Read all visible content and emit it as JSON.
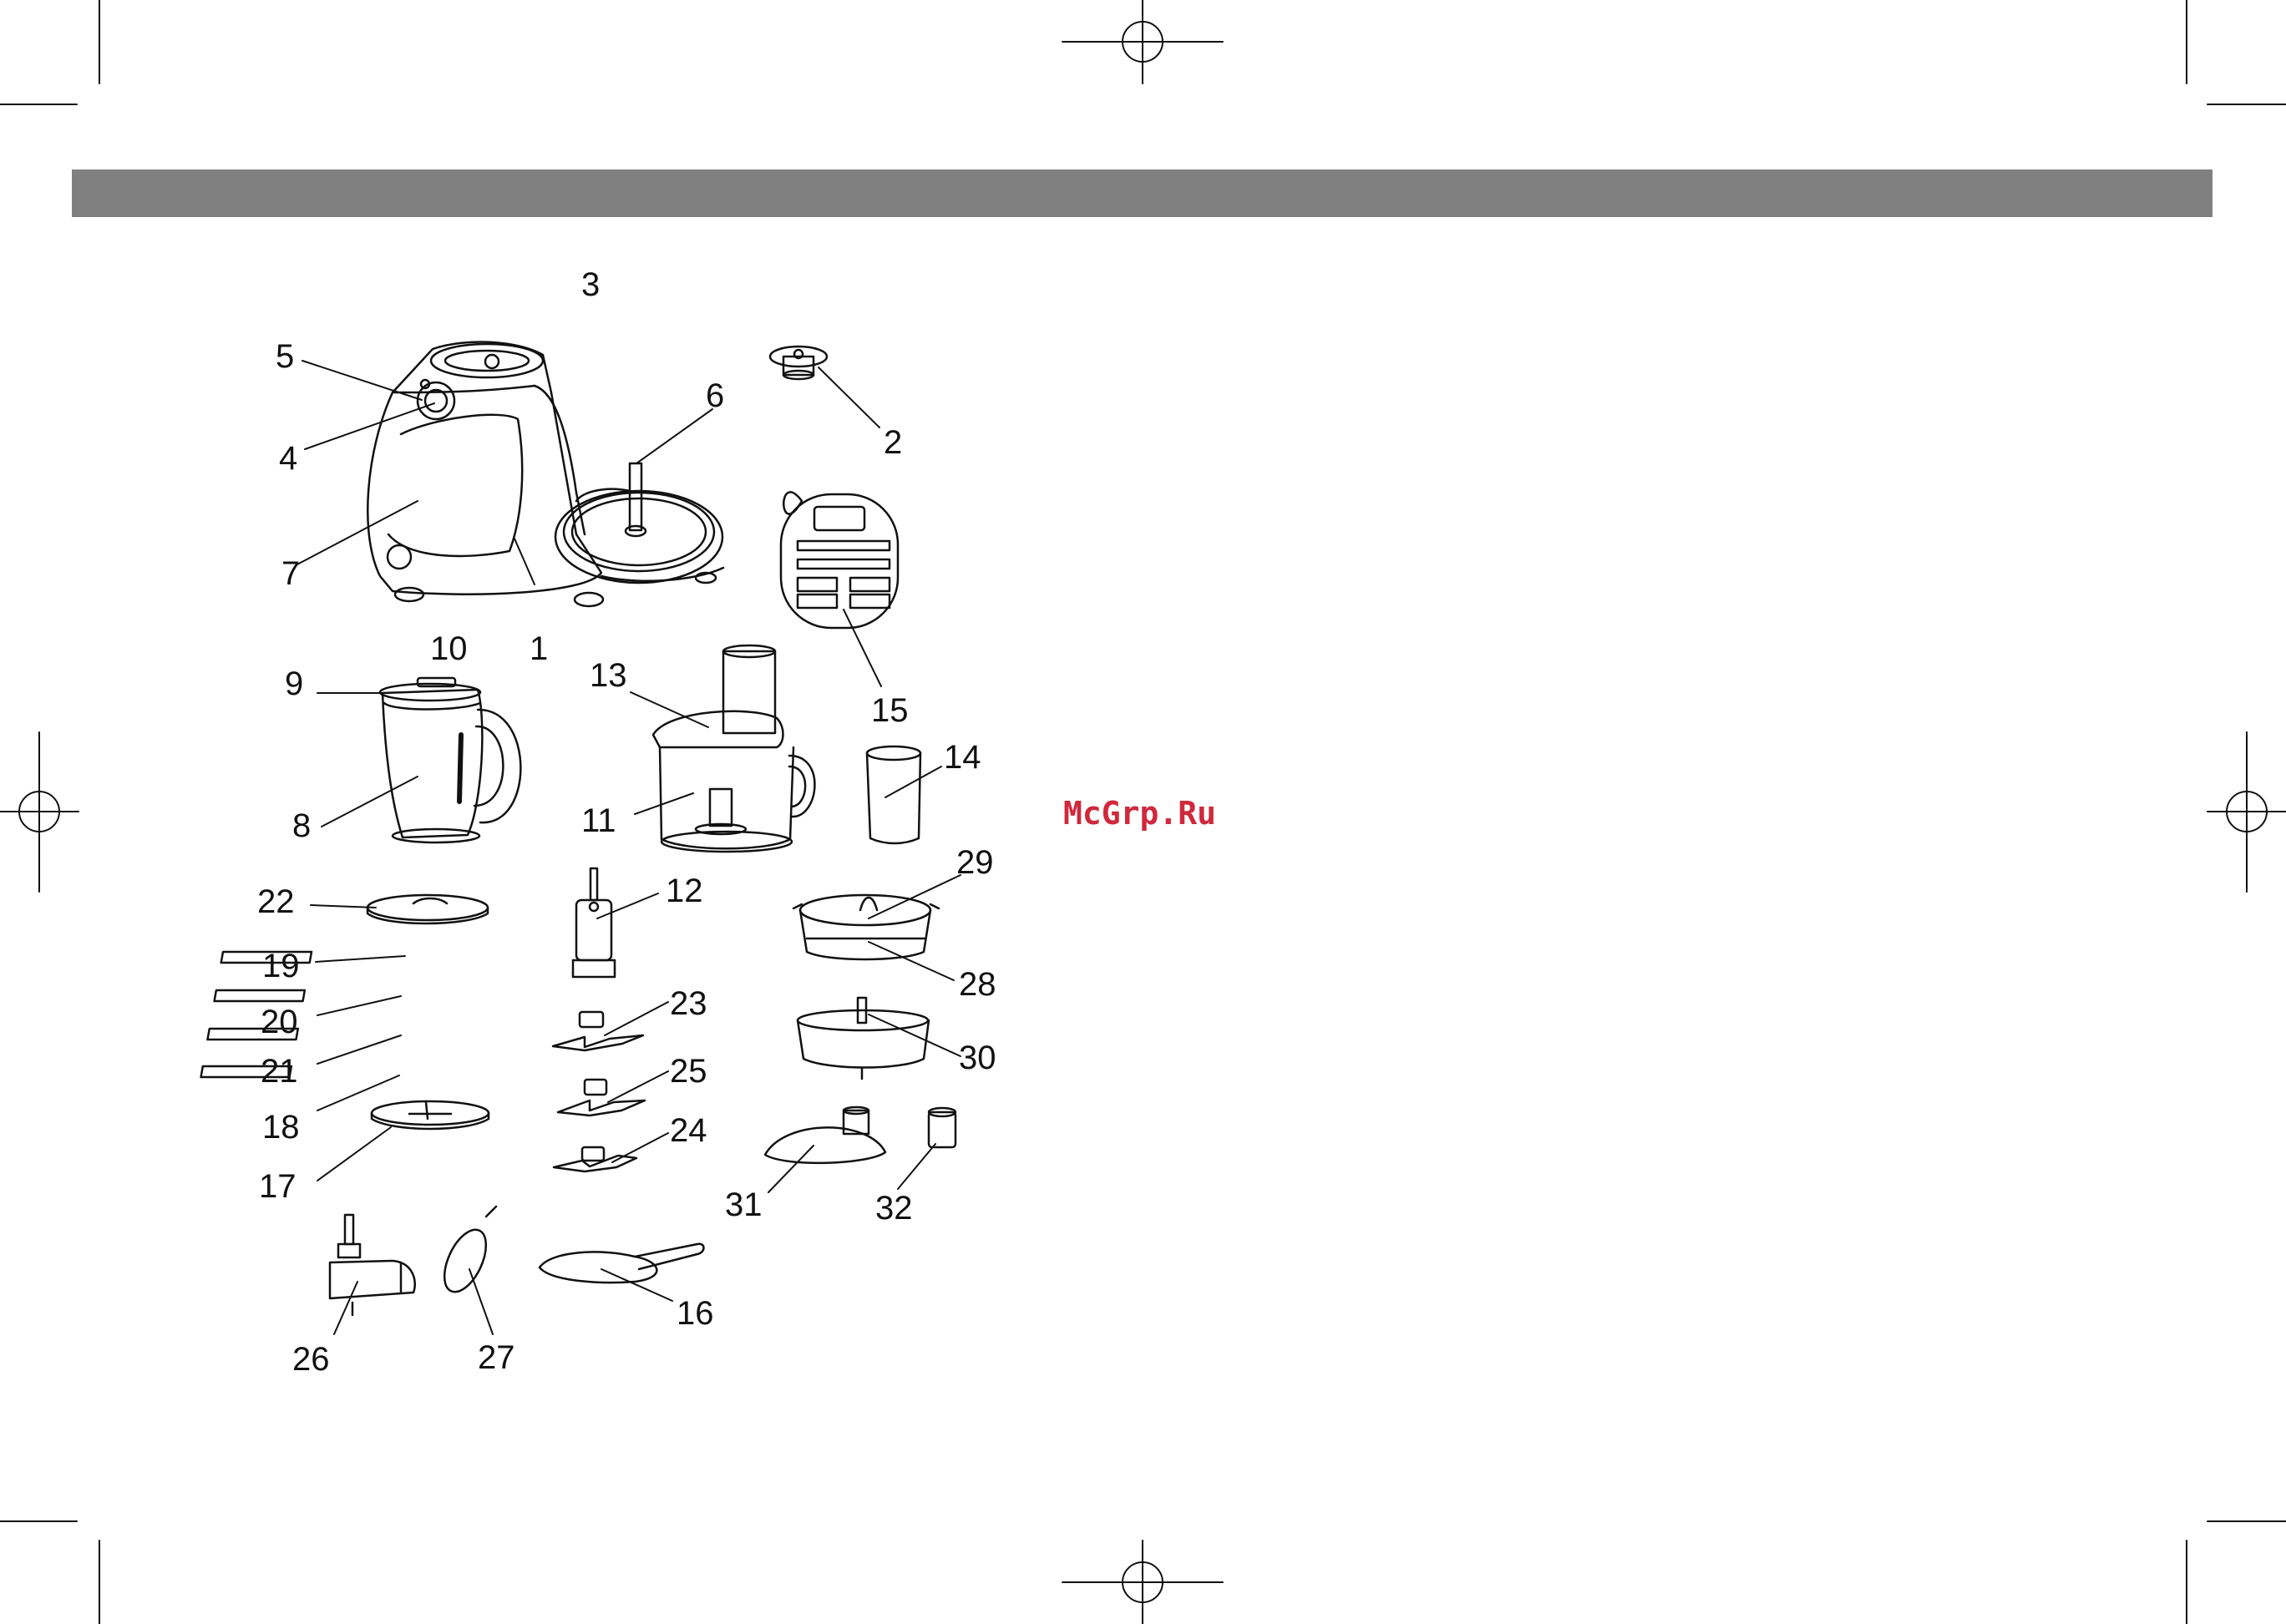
{
  "header": {
    "bar_color": "#808080"
  },
  "watermark": {
    "text": "McGrp.Ru",
    "color": "#d0283c"
  },
  "callouts": {
    "c1": "1",
    "c2": "2",
    "c3": "3",
    "c4": "4",
    "c5": "5",
    "c6": "6",
    "c7": "7",
    "c8": "8",
    "c9": "9",
    "c10": "10",
    "c11": "11",
    "c12": "12",
    "c13": "13",
    "c14": "14",
    "c15": "15",
    "c16": "16",
    "c17": "17",
    "c18": "18",
    "c19": "19",
    "c20": "20",
    "c21": "21",
    "c22": "22",
    "c23": "23",
    "c24": "24",
    "c25": "25",
    "c26": "26",
    "c27": "27",
    "c28": "28",
    "c29": "29",
    "c30": "30",
    "c31": "31",
    "c32": "32"
  }
}
